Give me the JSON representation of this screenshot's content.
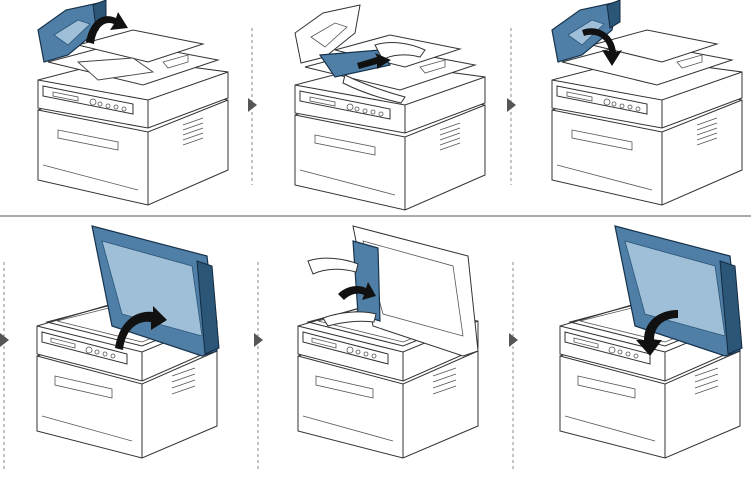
{
  "figure": {
    "description_steps": 6,
    "colors": {
      "cover_blue": "#4f7fa6",
      "cover_edge": "#17324b",
      "arrow": "#111111",
      "separator": "#888888"
    },
    "steps": [
      {
        "id": 1,
        "action": "open-adf-cover"
      },
      {
        "id": 2,
        "action": "remove-jammed-paper"
      },
      {
        "id": 3,
        "action": "close-adf-cover"
      },
      {
        "id": 4,
        "action": "open-scanner-lid"
      },
      {
        "id": 5,
        "action": "remove-jammed-paper-from-lid"
      },
      {
        "id": 6,
        "action": "close-scanner-lid"
      }
    ]
  }
}
